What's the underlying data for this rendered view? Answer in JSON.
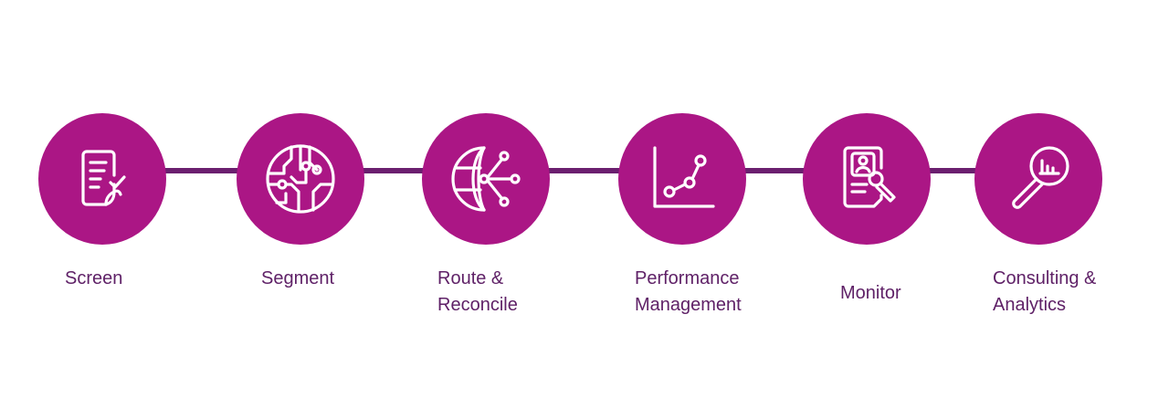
{
  "colors": {
    "circle": "#ab1685",
    "connector": "#6b1f6f",
    "label": "#5f2167",
    "icon": "#ffffff"
  },
  "steps": [
    {
      "icon": "document-check-icon",
      "lines": [
        "Screen"
      ]
    },
    {
      "icon": "circuit-globe-icon",
      "lines": [
        "Segment"
      ]
    },
    {
      "icon": "network-globe-icon",
      "lines": [
        "Route &",
        "Reconcile"
      ]
    },
    {
      "icon": "line-graph-icon",
      "lines": [
        "Performance",
        "Management"
      ]
    },
    {
      "icon": "profile-search-icon",
      "lines": [
        "Monitor"
      ]
    },
    {
      "icon": "magnifier-chart-icon",
      "lines": [
        "Consulting &",
        "Analytics"
      ]
    }
  ]
}
